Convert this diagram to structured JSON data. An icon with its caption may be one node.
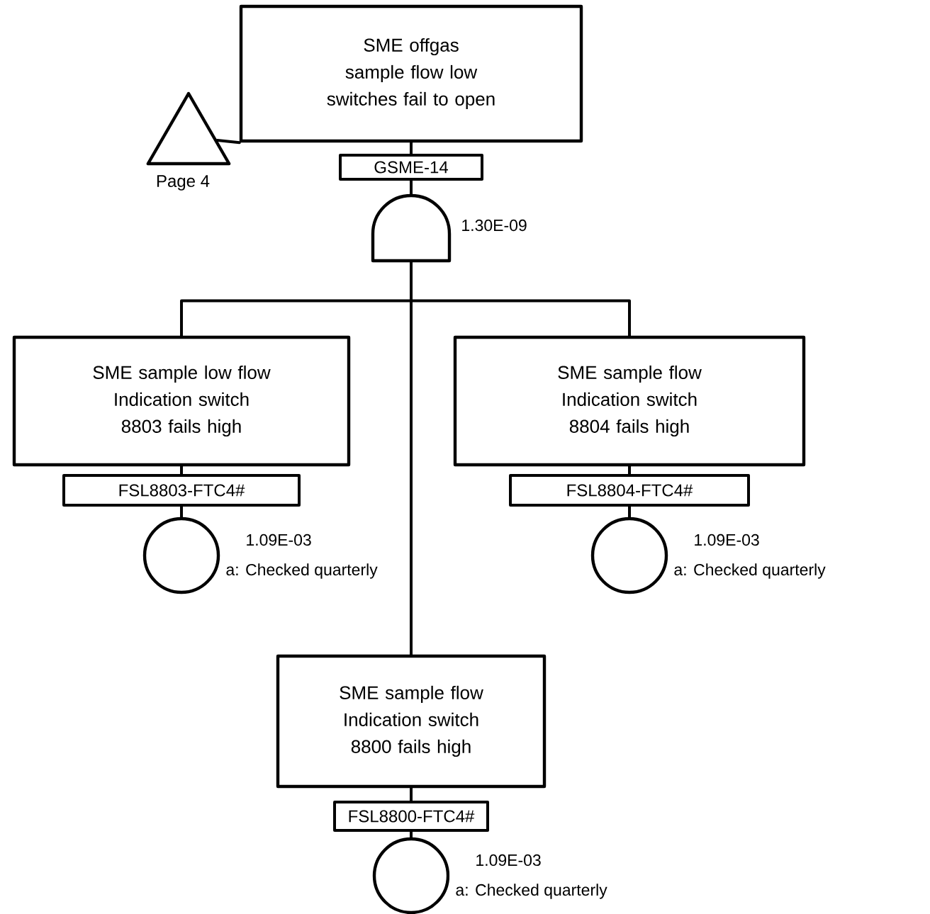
{
  "diagram": {
    "nodes": [
      {
        "text": [
          "SME offgas sample flow low switches fail to open"
        ]
      },
      {
        "text": [
          "Page 4"
        ]
      },
      {
        "text": [
          "GSME-14"
        ]
      },
      {
        "text": [],
        "shape": "gate",
        "beside": [
          "1.30E-09"
        ]
      },
      {
        "text": [
          "SME sample low flow Indication switch 8803 fails high"
        ]
      },
      {
        "text": [
          "FSL8803-FTC4#"
        ]
      },
      {
        "text": [],
        "shape": "circle",
        "beside": [
          "1.09E-03",
          "a: Checked quarterly"
        ]
      },
      {
        "text": [
          "SME sample flow Indication switch 8804 fails high"
        ]
      },
      {
        "text": [
          "FSL8804-FTC4#"
        ]
      },
      {
        "text": [],
        "shape": "circle",
        "beside": [
          "1.09E-03",
          "a: Checked quarterly"
        ]
      },
      {
        "text": [
          "SME sample flow Indication switch 8800 fails high"
        ]
      },
      {
        "text": [
          "FSL8800-FTC4#"
        ]
      },
      {
        "text": [],
        "shape": "circle",
        "beside": [
          "1.09E-03",
          "a: Checked quarterly"
        ]
      }
    ],
    "edges": [
      {
        "from": 1,
        "to": 0,
        "arrow": "none"
      },
      {
        "from": 0,
        "to": 2,
        "arrow": "none"
      },
      {
        "from": 2,
        "to": 3,
        "arrow": "none"
      },
      {
        "from": 3,
        "to": 4,
        "arrow": "none"
      },
      {
        "from": 3,
        "to": 7,
        "arrow": "none"
      },
      {
        "from": 3,
        "to": 10,
        "arrow": "none"
      },
      {
        "from": 4,
        "to": 5,
        "arrow": "none"
      },
      {
        "from": 5,
        "to": 6,
        "arrow": "none"
      },
      {
        "from": 7,
        "to": 8,
        "arrow": "none"
      },
      {
        "from": 8,
        "to": 9,
        "arrow": "none"
      },
      {
        "from": 10,
        "to": 11,
        "arrow": "none"
      },
      {
        "from": 11,
        "to": 12,
        "arrow": "none"
      }
    ]
  }
}
